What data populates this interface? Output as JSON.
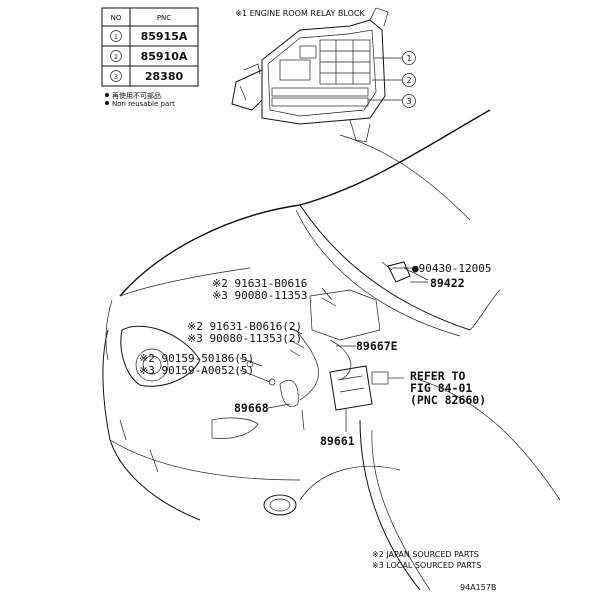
{
  "legend_table": {
    "header_no": "NO",
    "header_pnc": "PNC",
    "rows": [
      {
        "no": "1",
        "pnc": "85915A"
      },
      {
        "no": "2",
        "pnc": "85910A"
      },
      {
        "no": "3",
        "pnc": "28380"
      }
    ],
    "note_jp": "再使用不可部品",
    "note_en": "Non reusable part"
  },
  "relay_block_title": "※1 ENGINE ROOM RELAY BLOCK",
  "callouts": {
    "c1": "1",
    "c2": "2",
    "c3": "3"
  },
  "parts": {
    "p90430": "●90430-12005",
    "p89422": "89422",
    "p91631a": "※2 91631-B0616",
    "p90080a": "※3 90080-11353",
    "p91631b": "※2 91631-B0616(2)",
    "p90080b": "※3 90080-11353(2)",
    "p89667e": "89667E",
    "p90159a": "※2 90159-50186(5)",
    "p90159b": "※3 90159-A0052(5)",
    "p89668": "89668",
    "p89661": "89661",
    "refer1": "REFER TO",
    "refer2": "FIG 84-01",
    "refer3": "(PNC 82660)"
  },
  "footnotes": {
    "f2": "※2 JAPAN SOURCED PARTS",
    "f3": "※3 LOCAL SOURCED PARTS"
  },
  "diagram_code": "94A157B"
}
